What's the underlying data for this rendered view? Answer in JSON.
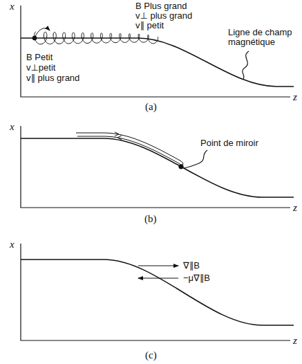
{
  "diagram": {
    "labels": [
      "x",
      "B Petit",
      "v⊥petit",
      "v∥ plus grand",
      "B Plus grand",
      "v⊥ plus grand",
      "v∥ petit",
      "Ligne de champ magnétique",
      "z",
      "(a)",
      "x",
      "Point de miroir",
      "z",
      "(b)",
      "x",
      "∇∥B",
      "−μ∇∥B",
      "z",
      "(c)"
    ]
  }
}
